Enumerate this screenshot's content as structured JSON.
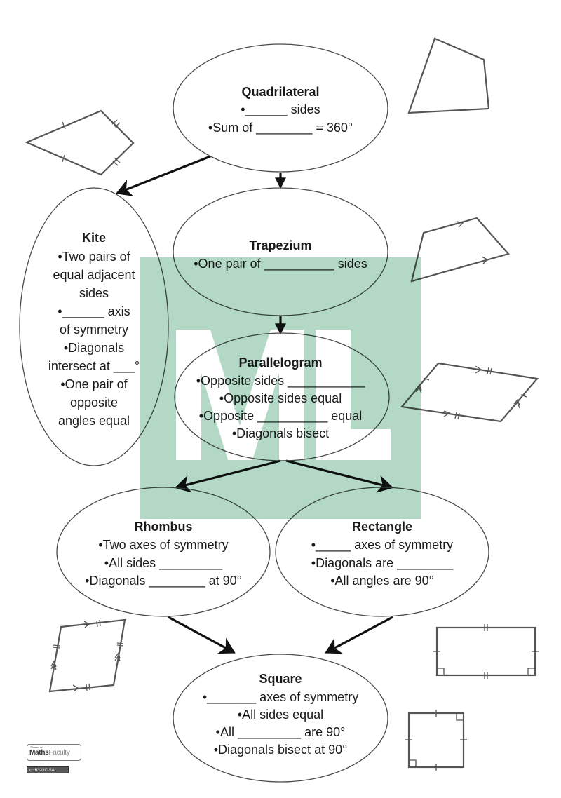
{
  "diagram": {
    "nodes": [
      {
        "id": "quadrilateral",
        "title": "Quadrilateral",
        "lines": [
          "•______ sides",
          "•Sum of ________ = 360°"
        ]
      },
      {
        "id": "kite",
        "title": "Kite",
        "lines": [
          "•Two pairs of",
          "equal adjacent",
          "sides",
          "•______ axis",
          "of symmetry",
          "•Diagonals",
          "intersect at ___°",
          "•One pair of",
          "opposite",
          "angles equal"
        ]
      },
      {
        "id": "trapezium",
        "title": "Trapezium",
        "lines": [
          "•One pair of __________ sides"
        ]
      },
      {
        "id": "parallelogram",
        "title": "Parallelogram",
        "lines": [
          "•Opposite sides ___________",
          "•Opposite sides equal",
          "•Opposite __________ equal",
          "•Diagonals bisect"
        ]
      },
      {
        "id": "rhombus",
        "title": "Rhombus",
        "lines": [
          "•Two axes of symmetry",
          "•All sides _________",
          "•Diagonals ________ at 90°"
        ]
      },
      {
        "id": "rectangle",
        "title": "Rectangle",
        "lines": [
          "•_____ axes of symmetry",
          "•Diagonals are ________",
          "•All angles are 90°"
        ]
      },
      {
        "id": "square",
        "title": "Square",
        "lines": [
          "•_______ axes of symmetry",
          "•All sides equal",
          "•All _________ are 90°",
          "•Diagonals bisect at 90°"
        ]
      }
    ],
    "edges": [
      {
        "from": "quadrilateral",
        "to": "kite"
      },
      {
        "from": "quadrilateral",
        "to": "trapezium"
      },
      {
        "from": "trapezium",
        "to": "parallelogram"
      },
      {
        "from": "parallelogram",
        "to": "rhombus"
      },
      {
        "from": "parallelogram",
        "to": "rectangle"
      },
      {
        "from": "rhombus",
        "to": "square"
      },
      {
        "from": "rectangle",
        "to": "square"
      }
    ],
    "illustrations": [
      "quadrilateral-shape",
      "kite-shape",
      "trapezium-shape",
      "parallelogram-shape",
      "rhombus-shape",
      "rectangle-shape",
      "square-shape"
    ]
  },
  "watermark": {
    "text": "ML",
    "color": "#b3d9c6"
  },
  "footer": {
    "logo_small": "Shared on",
    "logo_main_bold": "Maths",
    "logo_main_light": "Faculty",
    "license": "cc BY-NC-SA"
  }
}
